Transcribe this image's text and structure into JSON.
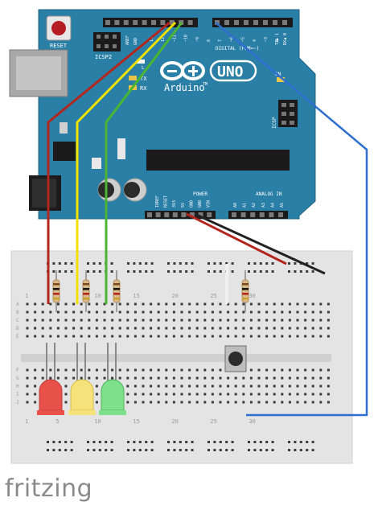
{
  "board": {
    "brand": "Arduino",
    "model": "UNO",
    "tm": "TM",
    "labels": {
      "reset": "RESET",
      "icsp2": "ICSP2",
      "aref": "AREF",
      "gnd": "GND",
      "digital": "DIGITAL (PWM=~)",
      "tx_led": "TX",
      "rx_led": "RX",
      "tx_pin": "TX▶ 1",
      "rx_pin": "RX◀ 0",
      "on_led": "ON",
      "icsp": "ICSP",
      "l_led": "L",
      "power": "POWER",
      "analog_in": "ANALOG IN",
      "power_pins": [
        "IOREF",
        "RESET",
        "3V3",
        "5V",
        "GND",
        "GND",
        "VIN"
      ],
      "analog_pins": [
        "A0",
        "A1",
        "A2",
        "A3",
        "A4",
        "A5"
      ],
      "digital_pins": [
        "13",
        "12",
        "~11",
        "~10",
        "~9",
        "8",
        "7",
        "~6",
        "~5",
        "4",
        "~3",
        "2"
      ]
    }
  },
  "breadboard": {
    "row_labels": [
      "A",
      "B",
      "C",
      "D",
      "E",
      "F",
      "G",
      "H",
      "I",
      "J"
    ],
    "col_numbers": [
      "1",
      "5",
      "10",
      "15",
      "20",
      "25",
      "30"
    ]
  },
  "colors": {
    "board": "#2a7fa6",
    "red_wire": "#b3261e",
    "yellow_wire": "#f2e200",
    "green_wire": "#4bb531",
    "black_wire": "#222222",
    "blue_wire": "#2f6fd0",
    "breadboard": "#e4e4e4"
  },
  "footer": {
    "brand": "fritzing"
  }
}
